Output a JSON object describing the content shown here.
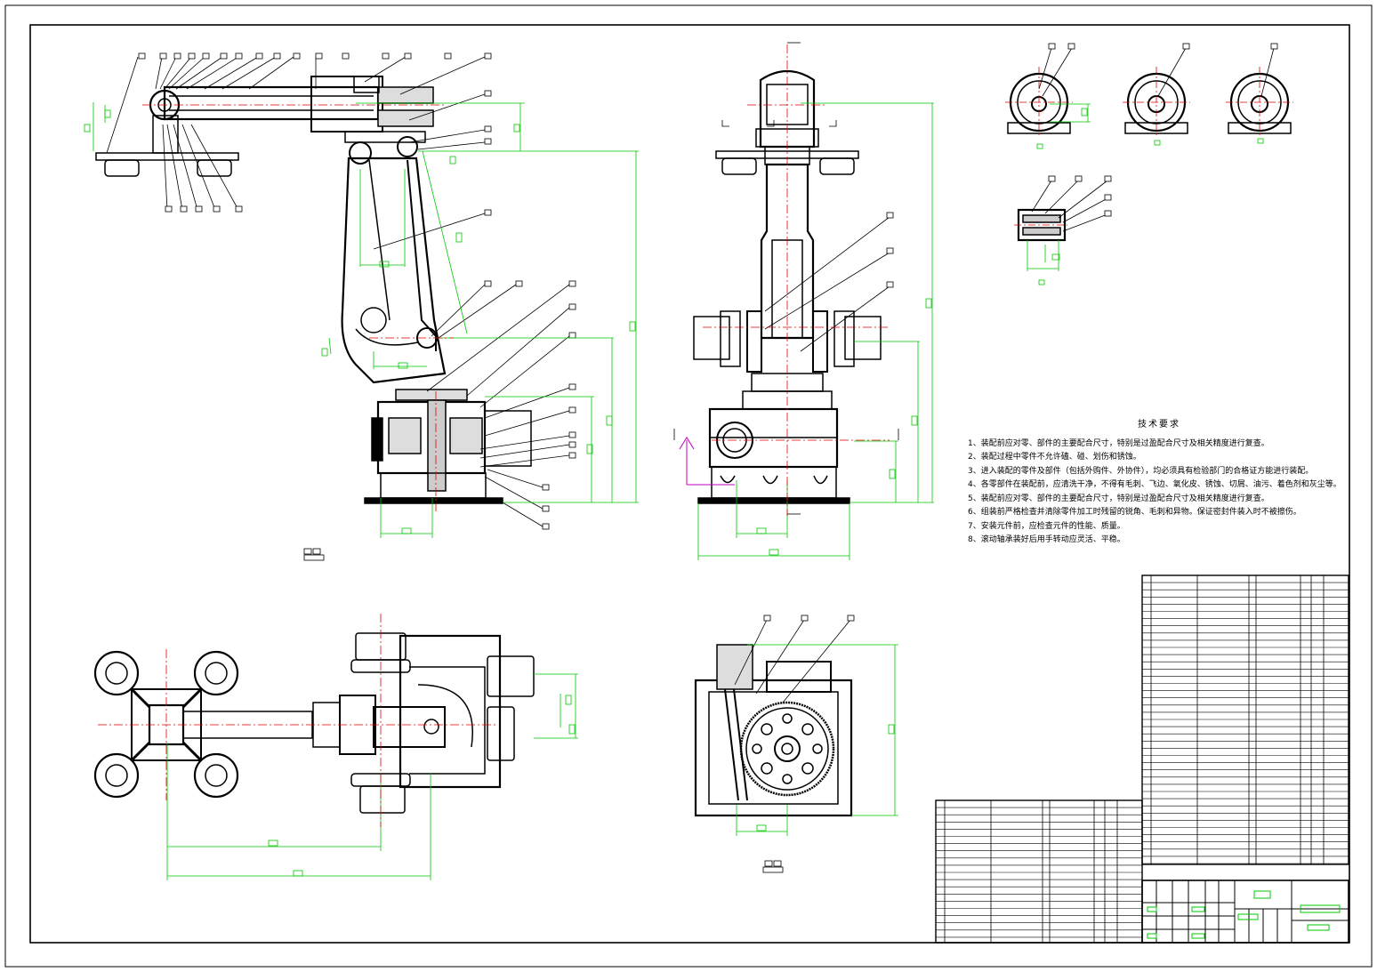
{
  "technical_requirements": {
    "title": "技术要求",
    "items": [
      "1、装配前应对零、部件的主要配合尺寸，特别是过盈配合尺寸及相关精度进行复查。",
      "2、装配过程中零件不允许磕、碰、划伤和锈蚀。",
      "3、进入装配的零件及部件（包括外购件、外协件），均必须具有检验部门的合格证方能进行装配。",
      "4、各零部件在装配前，应清洗干净，不得有毛刺、飞边、氧化皮、锈蚀、切屑、油污、着色剂和灰尘等。",
      "5、装配前应对零、部件的主要配合尺寸，特别是过盈配合尺寸及相关精度进行复查。",
      "6、组装前严格检查并清除零件加工时残留的锐角、毛刺和异物。保证密封件装入时不被擦伤。",
      "7、安装元件前，应检查元件的性能、质量。",
      "8、滚动轴承装好后用手转动应灵活、平稳。"
    ]
  },
  "colors": {
    "line": "#000000",
    "dimension": "#00c800",
    "centerline": "#e00000",
    "section_arrow": "#c000c0"
  }
}
